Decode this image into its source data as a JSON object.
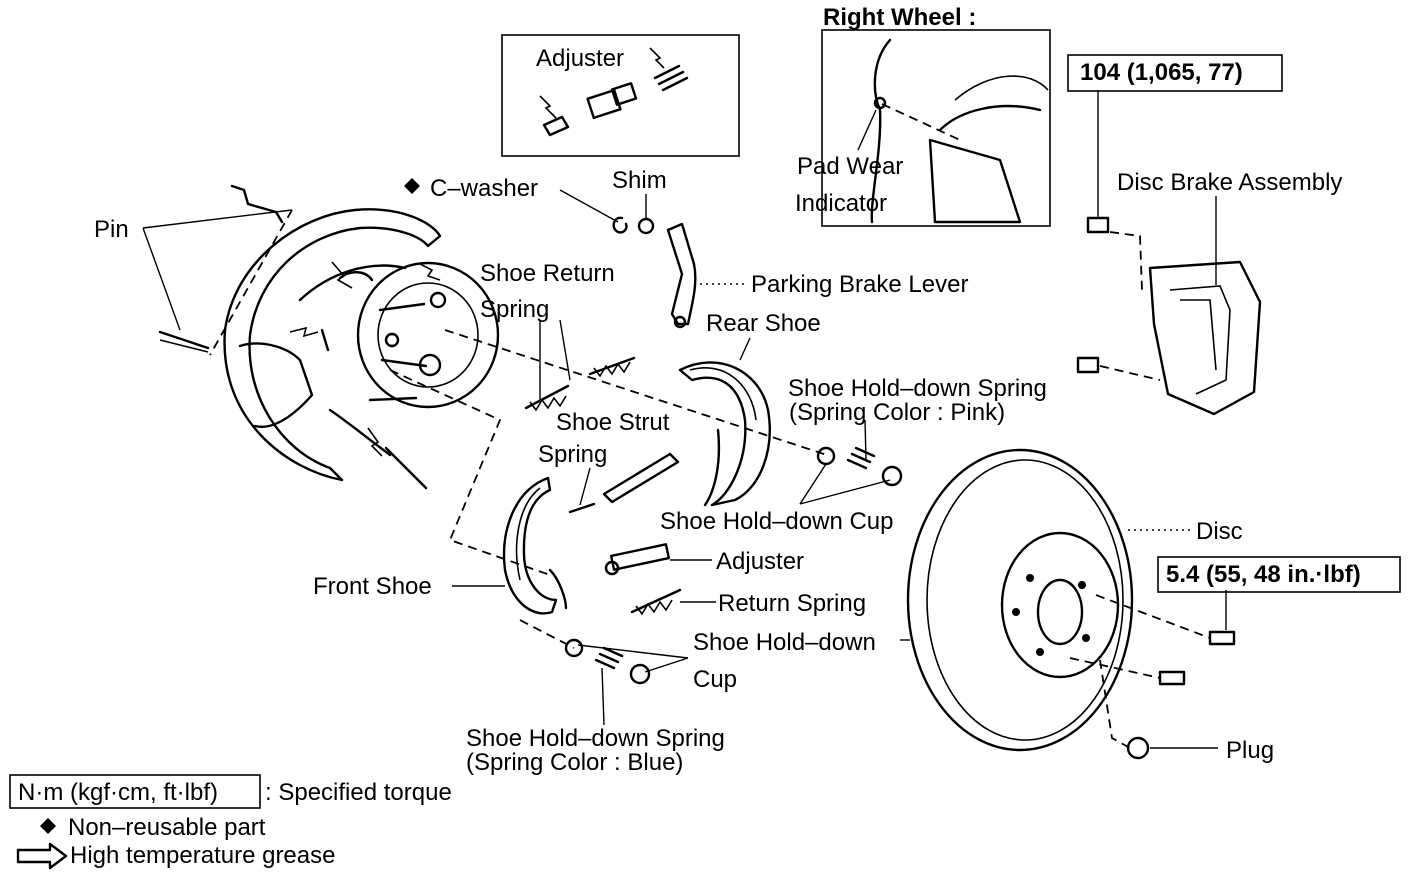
{
  "labels": {
    "right_wheel": "Right Wheel :",
    "adjuster_top": "Adjuster",
    "pad_wear_1": "Pad Wear",
    "pad_wear_2": "Indicator",
    "torque_caliper": "104 (1,065, 77)",
    "disc_brake_assembly": "Disc Brake Assembly",
    "c_washer": "C–washer",
    "shim": "Shim",
    "pin": "Pin",
    "shoe_return_1": "Shoe Return",
    "shoe_return_2": "Spring",
    "parking_brake_lever": "Parking Brake Lever",
    "rear_shoe": "Rear Shoe",
    "pink_spring_1": "Shoe Hold–down Spring",
    "pink_spring_2": "(Spring Color : Pink)",
    "strut_1": "Shoe Strut",
    "strut_2": "Spring",
    "hold_down_cup_upper": "Shoe Hold–down Cup",
    "disc": "Disc",
    "torque_disc": "5.4 (55, 48 in.·lbf)",
    "adjuster_mid": "Adjuster",
    "return_spring": "Return Spring",
    "front_shoe": "Front Shoe",
    "hold_down_lower_1": "Shoe Hold–down",
    "hold_down_lower_2": "Cup",
    "blue_spring_1": "Shoe Hold–down Spring",
    "blue_spring_2": "(Spring Color : Blue)",
    "plug": "Plug"
  },
  "legend": {
    "torque_unit": "N·m (kgf·cm, ft·lbf)",
    "torque_desc": ": Specified torque",
    "nonreusable": "Non–reusable part",
    "grease": "High temperature grease"
  },
  "icons": {
    "nonreusable": "black-diamond-icon",
    "grease": "hollow-arrow-icon"
  },
  "colors": {
    "ink": "#000000",
    "paper": "#ffffff"
  }
}
